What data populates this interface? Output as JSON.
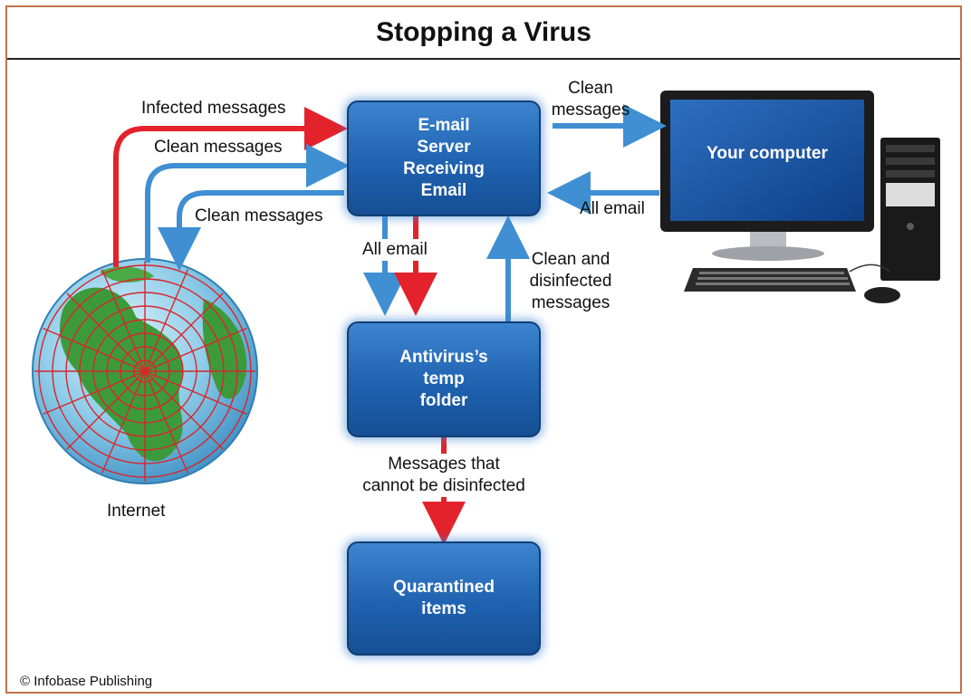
{
  "title": "Stopping a Virus",
  "nodes": {
    "email_server": "E-mail\nServer\nReceiving\nEmail",
    "temp_folder": "Antivirus’s\ntemp\nfolder",
    "quarantine": "Quarantined\nitems",
    "computer": "Your computer",
    "internet": "Internet"
  },
  "edges": {
    "infected_in": "Infected messages",
    "clean_in": "Clean messages",
    "clean_out": "Clean messages",
    "to_computer": "Clean\nmessages",
    "from_computer": "All email",
    "to_temp": "All email",
    "back_from_temp": "Clean and\ndisinfected\nmessages",
    "to_quarantine": "Messages that\ncannot be disinfected"
  },
  "copyright": "© Infobase Publishing",
  "colors": {
    "red_arrow": "#e3222b",
    "blue_arrow": "#3f8fd2",
    "box_blue": "#1f62b0",
    "border": "#c0734a"
  }
}
